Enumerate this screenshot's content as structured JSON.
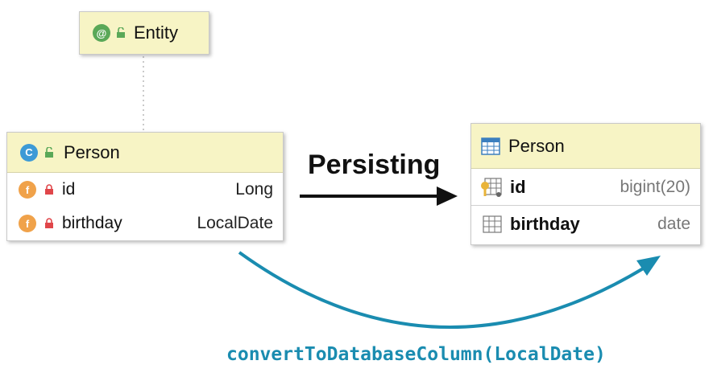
{
  "annotation": {
    "name": "Entity"
  },
  "java_class": {
    "name": "Person",
    "fields": [
      {
        "name": "id",
        "type": "Long"
      },
      {
        "name": "birthday",
        "type": "LocalDate"
      }
    ]
  },
  "arrow_label": "Persisting",
  "db_table": {
    "name": "Person",
    "columns": [
      {
        "name": "id",
        "type": "bigint(20)"
      },
      {
        "name": "birthday",
        "type": "date"
      }
    ]
  },
  "converter_label": "convertToDatabaseColumn(LocalDate)",
  "icons": {
    "annotation": "annotation-icon",
    "class": "class-icon",
    "field": "field-icon",
    "lock": "lock-icon",
    "unlock": "unlock-icon",
    "table": "table-icon",
    "key_column": "key-column-icon",
    "column": "column-icon"
  },
  "colors": {
    "header_bg": "#f7f4c5",
    "annotation_icon": "#5aa858",
    "class_icon": "#3d9ad6",
    "field_icon": "#f0a24a",
    "lock": "#e0464a",
    "table_icon": "#3b7fbf",
    "curve": "#1a8cb0"
  }
}
